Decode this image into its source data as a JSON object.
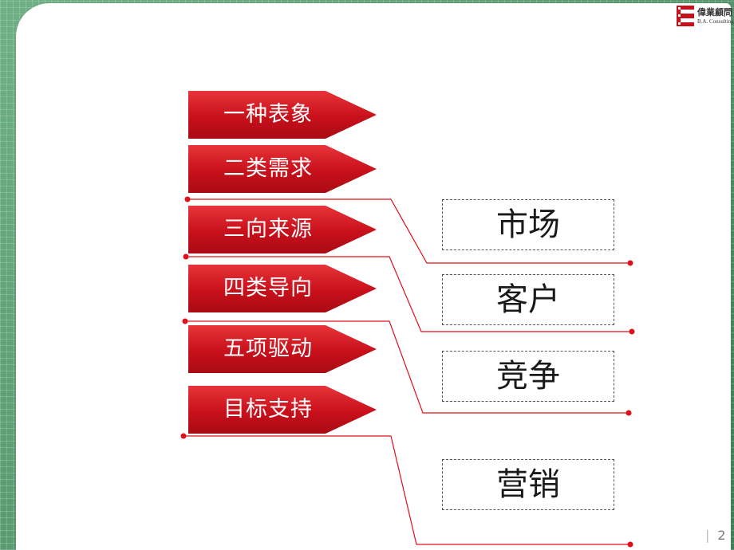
{
  "logo": {
    "text_cn": "偉業顧問",
    "text_en": "B.A. Consulting"
  },
  "arrows": [
    {
      "label": "一种表象"
    },
    {
      "label": "二类需求"
    },
    {
      "label": "三向来源"
    },
    {
      "label": "四类导向"
    },
    {
      "label": "五项驱动"
    },
    {
      "label": "目标支持"
    }
  ],
  "boxes": [
    {
      "label": "市场"
    },
    {
      "label": "客户"
    },
    {
      "label": "竞争"
    },
    {
      "label": "营销"
    }
  ],
  "colors": {
    "arrow_red": "#c8101b",
    "connector_red": "#e0101b",
    "background_green": "#4f8f63"
  },
  "page": {
    "separator": "|",
    "number": "2"
  }
}
